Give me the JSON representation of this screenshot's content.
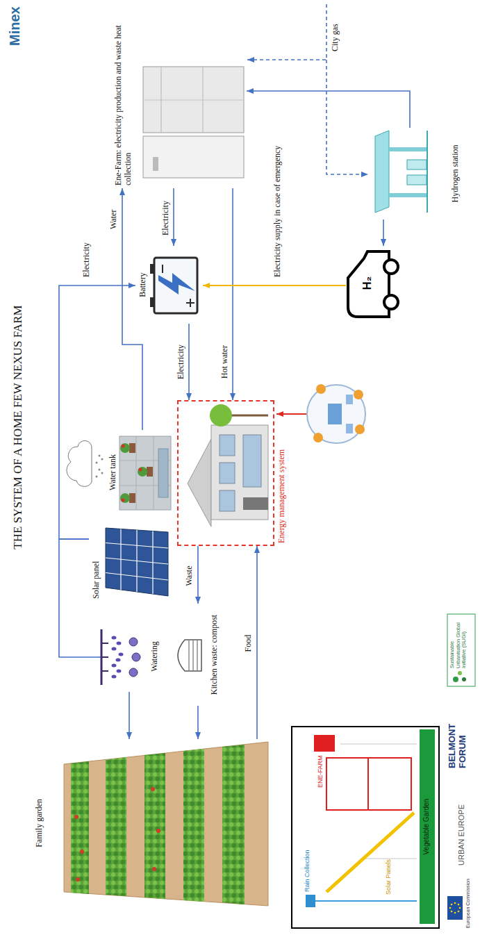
{
  "diagram": {
    "title": "THE SYSTEM OF A HOME FEW NEXUS FARM",
    "nodes": [
      {
        "text": [
          "Family garden"
        ]
      },
      {
        "text": [
          "Watering"
        ]
      },
      {
        "text": [
          "Kitchen waste: compost"
        ]
      },
      {
        "text": [
          "Solar panel"
        ]
      },
      {
        "text": [
          "Water tank"
        ]
      },
      {
        "text": [
          "Energy management system"
        ]
      },
      {
        "text": [
          "Battery"
        ]
      },
      {
        "text": [
          "H₂"
        ]
      },
      {
        "text": [
          "Ene-Farm: electricity production and waste heat collection"
        ]
      },
      {
        "text": [
          "Hydrogen station"
        ]
      }
    ],
    "edges": [
      {
        "from": 3,
        "to": 6,
        "label": "Electricity",
        "arrow": "to"
      },
      {
        "from": 3,
        "to": 1,
        "arrow": "none"
      },
      {
        "from": 1,
        "to": 0,
        "arrow": "to"
      },
      {
        "from": 5,
        "to": 2,
        "label": "Waste",
        "arrow": "to"
      },
      {
        "from": 2,
        "to": 0,
        "arrow": "to"
      },
      {
        "from": 0,
        "to": 5,
        "label": "Food",
        "arrow": "to"
      },
      {
        "from": 4,
        "to": 8,
        "label": "Water",
        "arrow": "to"
      },
      {
        "from": 8,
        "to": 6,
        "label": "Electricity",
        "arrow": "to"
      },
      {
        "from": 6,
        "to": 5,
        "label": "Electricity",
        "arrow": "to"
      },
      {
        "from": 8,
        "to": 5,
        "label": "Hot water",
        "arrow": "to"
      },
      {
        "from": 9,
        "to": 8,
        "arrow": "to"
      },
      {
        "from": 9,
        "to": 7,
        "arrow": "to"
      },
      {
        "from": 7,
        "to": 6,
        "label": "Electricity supply in case of emergency",
        "arrow": "to"
      }
    ],
    "labels": [
      "Minex",
      "Rain Collection",
      "Solar Panels",
      "ENE-FARM",
      "Vegetable Garden",
      "City gas",
      "Sustainable Urbanisation Global Initiative (SUGI)",
      "BELMONT FORUM",
      "URBAN EUROPE",
      "European Commission"
    ]
  }
}
